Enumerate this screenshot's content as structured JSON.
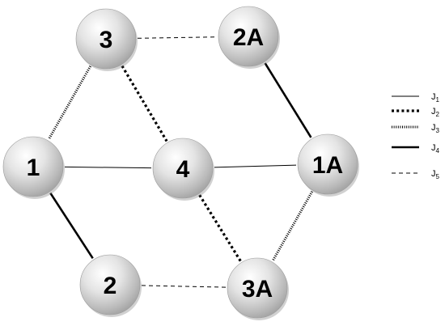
{
  "nodes": [
    {
      "id": "n1",
      "label": "1"
    },
    {
      "id": "n2",
      "label": "2"
    },
    {
      "id": "n3",
      "label": "3"
    },
    {
      "id": "n4",
      "label": "4"
    },
    {
      "id": "n1A",
      "label": "1A"
    },
    {
      "id": "n2A",
      "label": "2A"
    },
    {
      "id": "n3A",
      "label": "3A"
    }
  ],
  "edges": [
    {
      "from": "n3",
      "to": "n2A",
      "type": "J5"
    },
    {
      "from": "n3",
      "to": "n1",
      "type": "J3"
    },
    {
      "from": "n3",
      "to": "n4",
      "type": "J2"
    },
    {
      "from": "n2A",
      "to": "n1A",
      "type": "J4"
    },
    {
      "from": "n1",
      "to": "n4",
      "type": "J1"
    },
    {
      "from": "n4",
      "to": "n1A",
      "type": "J1"
    },
    {
      "from": "n1",
      "to": "n2",
      "type": "J4"
    },
    {
      "from": "n4",
      "to": "n3A",
      "type": "J2"
    },
    {
      "from": "n1A",
      "to": "n3A",
      "type": "J3"
    },
    {
      "from": "n2",
      "to": "n3A",
      "type": "J5"
    }
  ],
  "legend": [
    {
      "type": "J1",
      "main": "J",
      "sub": "1"
    },
    {
      "type": "J2",
      "main": "J",
      "sub": "2"
    },
    {
      "type": "J3",
      "main": "J",
      "sub": "3"
    },
    {
      "type": "J4",
      "main": "J",
      "sub": "4"
    },
    {
      "type": "J5",
      "main": "J",
      "sub": "5"
    }
  ]
}
